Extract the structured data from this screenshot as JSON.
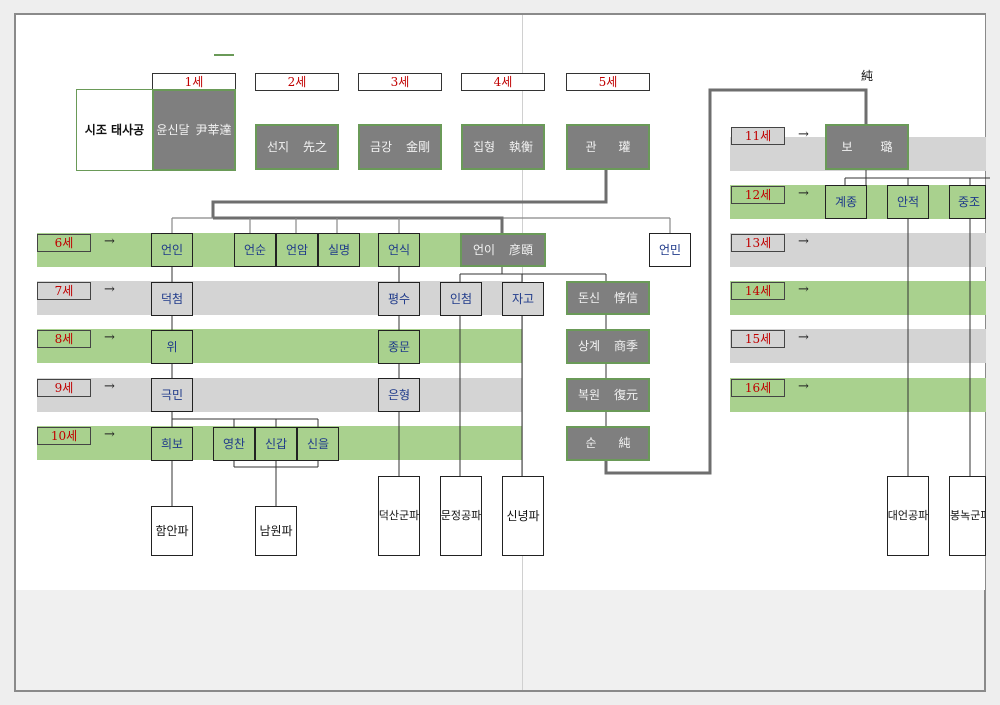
{
  "headers": [
    "1세",
    "2세",
    "3세",
    "4세",
    "5세"
  ],
  "sizo": "시조 태사공",
  "gen1": {
    "ko": "윤신달",
    "han": "尹莘達"
  },
  "gen2": {
    "ko": "선지",
    "han": "先之"
  },
  "gen3": {
    "ko": "금강",
    "han": "金剛"
  },
  "gen4": {
    "ko": "집형",
    "han": "執衡"
  },
  "gen5": {
    "ko": "관",
    "han": "瓘"
  },
  "left_gens": [
    "6세",
    "7세",
    "8세",
    "9세",
    "10세"
  ],
  "right_gens": [
    "11세",
    "12세",
    "13세",
    "14세",
    "15세",
    "16세"
  ],
  "arrow": "→",
  "g6": [
    "언인",
    "언순",
    "언암",
    "실명",
    "언식",
    "언민"
  ],
  "eoni": {
    "ko": "언이",
    "han": "彦頤"
  },
  "g7": [
    "덕첨",
    "평수",
    "인첨",
    "자고"
  ],
  "donsin": {
    "ko": "돈신",
    "han": "惇信"
  },
  "g8": [
    "위",
    "종문"
  ],
  "sanggye": {
    "ko": "상계",
    "han": "商季"
  },
  "g9": [
    "극민",
    "은형"
  ],
  "bokwon": {
    "ko": "복원",
    "han": "復元"
  },
  "g10": [
    "희보",
    "영찬",
    "신갑",
    "신을"
  ],
  "sun": {
    "ko": "순",
    "han": "純"
  },
  "top_han": "純",
  "bo": {
    "ko": "보",
    "han": "璐"
  },
  "g12": [
    "계종",
    "안적",
    "중조"
  ],
  "branches": [
    "함안파",
    "남원파",
    "덕산군파",
    "문정공파",
    "신녕파",
    "대언공파",
    "봉녹군파"
  ]
}
